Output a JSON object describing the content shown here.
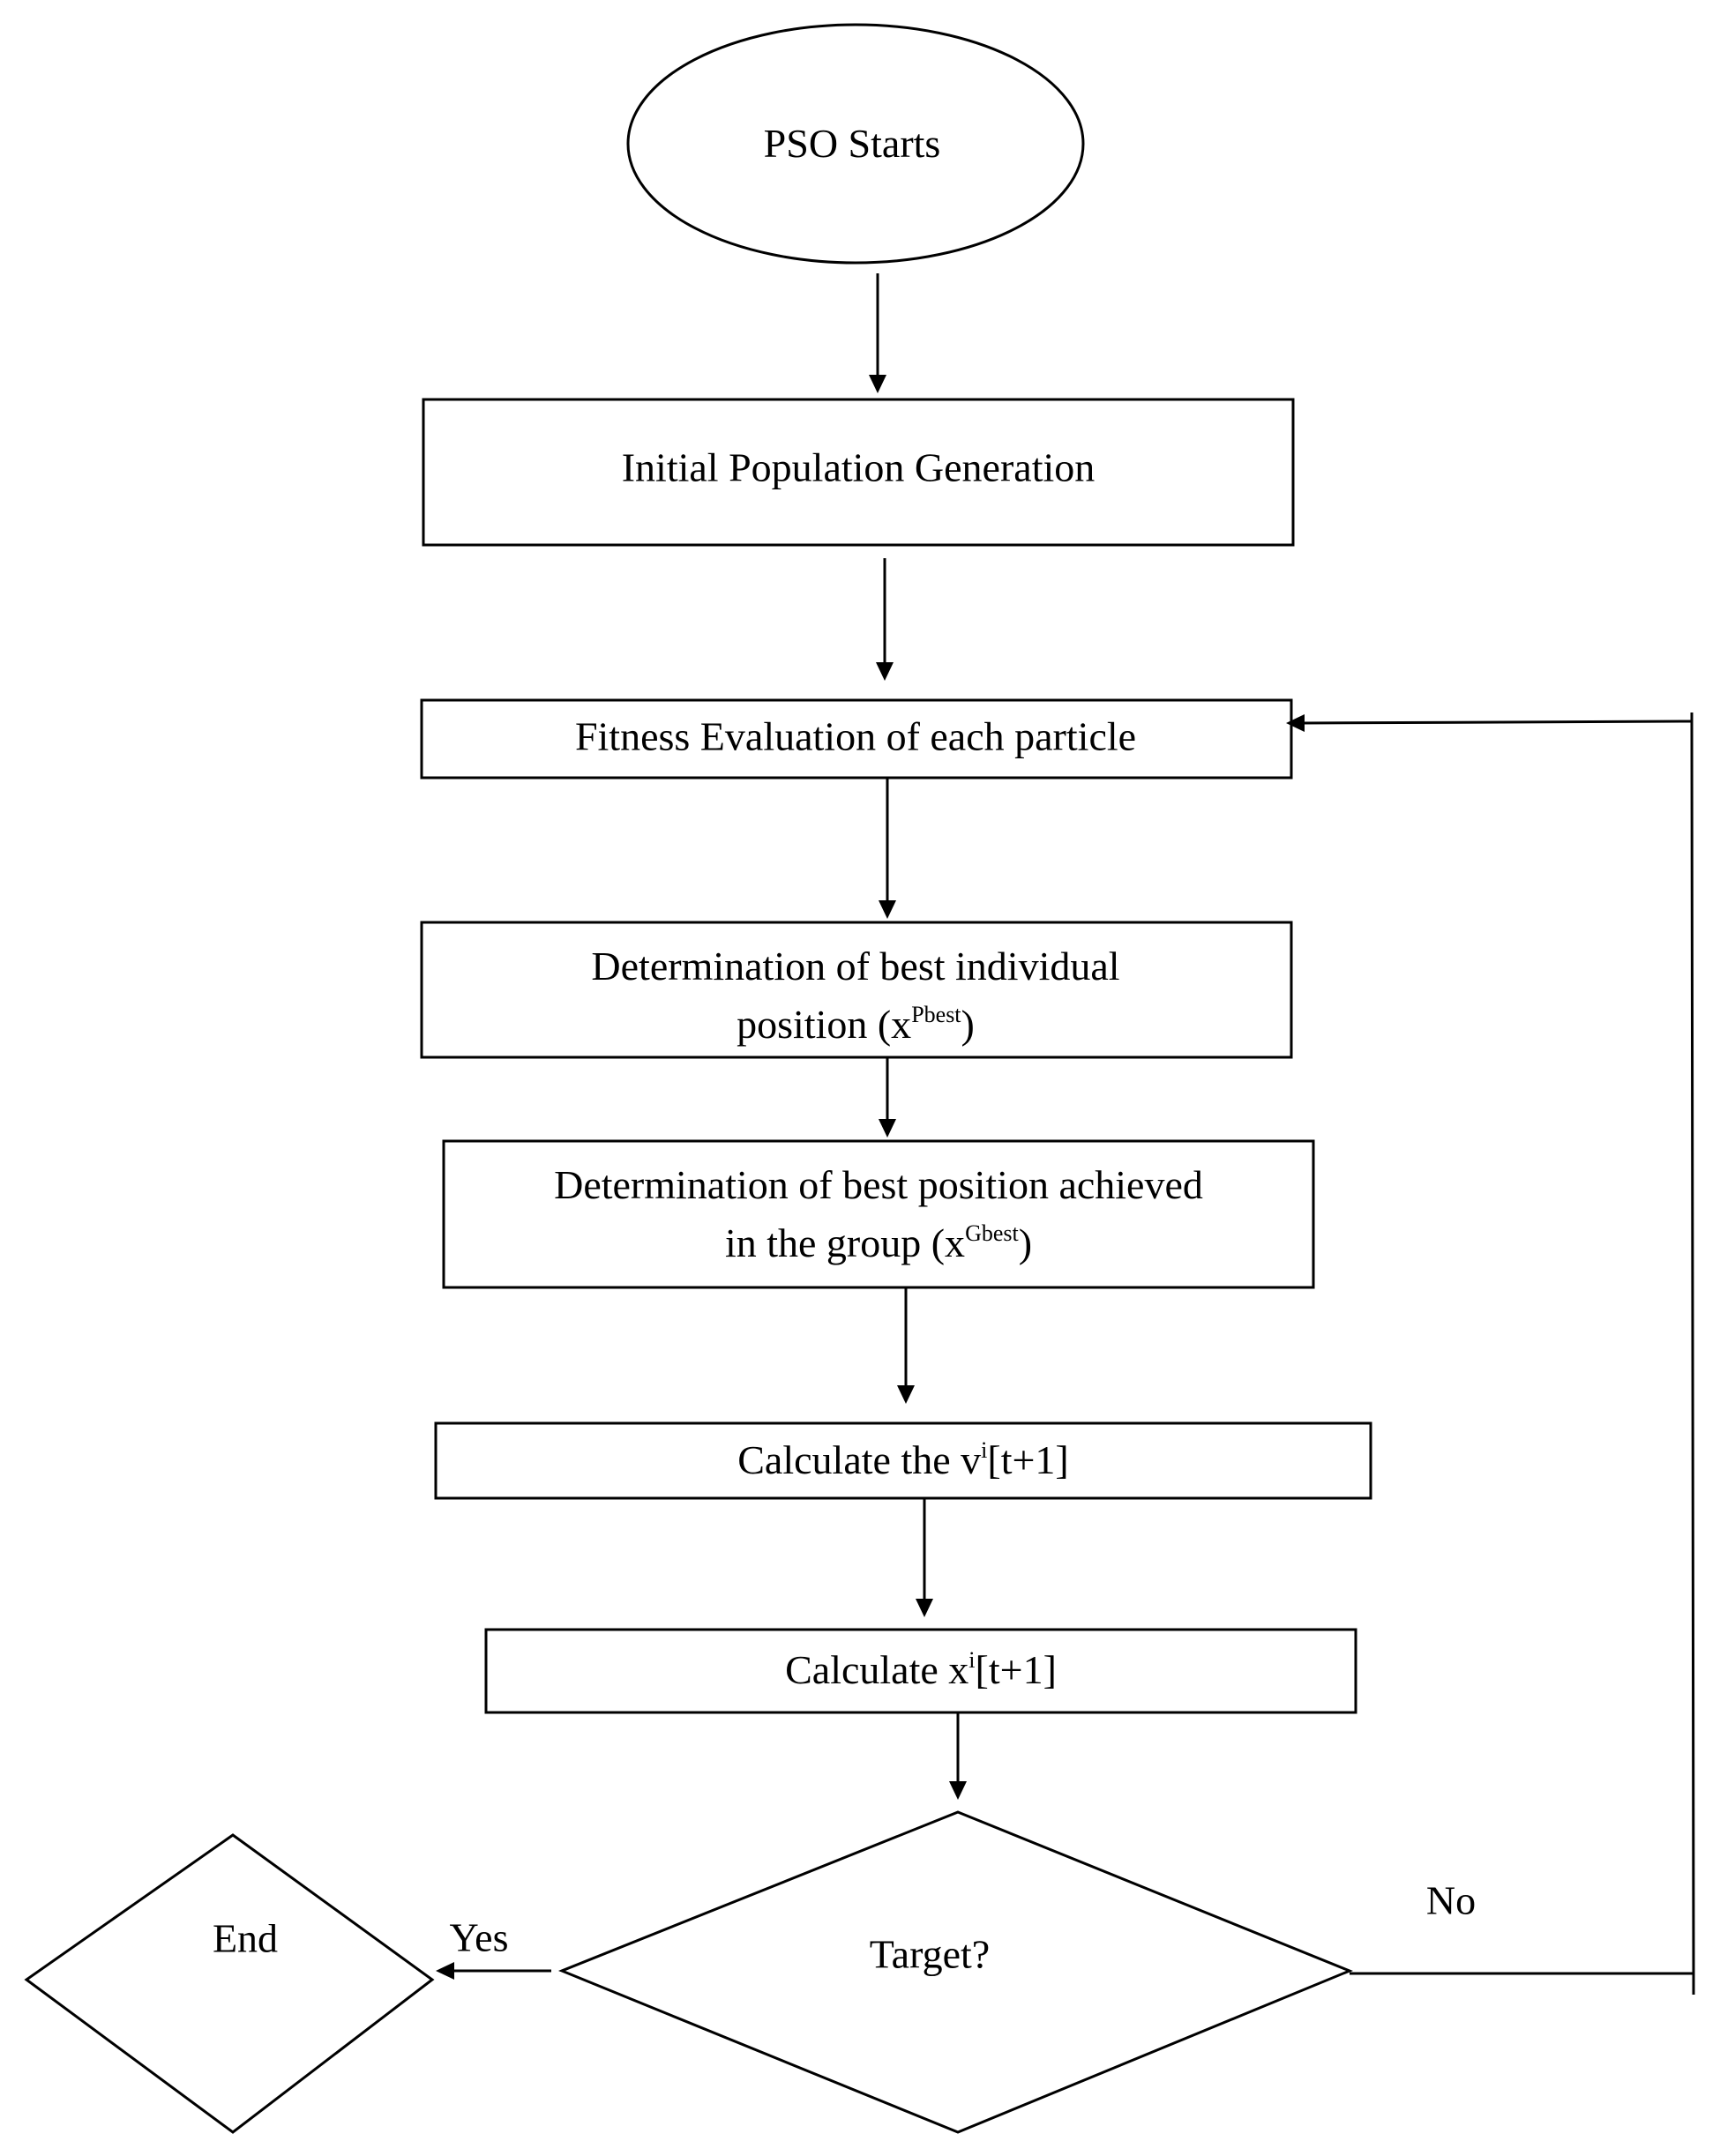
{
  "diagram": {
    "type": "flowchart",
    "nodes": {
      "start": {
        "shape": "ellipse",
        "label": "PSO Starts"
      },
      "init": {
        "shape": "rectangle",
        "label": "Initial Population Generation"
      },
      "fitness": {
        "shape": "rectangle",
        "label": "Fitness Evaluation of each particle"
      },
      "pbest": {
        "shape": "rectangle",
        "line1": "Determination of best individual",
        "line2": "position (x",
        "sup": "Pbest",
        "close": ")"
      },
      "gbest": {
        "shape": "rectangle",
        "line1": "Determination of best position achieved",
        "line2": "in the group (x",
        "sup": "Gbest",
        "close": ")"
      },
      "velocity": {
        "shape": "rectangle",
        "prefix": "Calculate the v",
        "sup": "i",
        "suffix": "[t+1]"
      },
      "position": {
        "shape": "rectangle",
        "prefix": "Calculate x",
        "sup": "i",
        "suffix": "[t+1]"
      },
      "decision": {
        "shape": "diamond",
        "label": "Target?"
      },
      "end": {
        "shape": "diamond",
        "label": "End"
      }
    },
    "edges": [
      {
        "from": "start",
        "to": "init"
      },
      {
        "from": "init",
        "to": "fitness"
      },
      {
        "from": "fitness",
        "to": "pbest"
      },
      {
        "from": "pbest",
        "to": "gbest"
      },
      {
        "from": "gbest",
        "to": "velocity"
      },
      {
        "from": "velocity",
        "to": "position"
      },
      {
        "from": "position",
        "to": "decision"
      },
      {
        "from": "decision",
        "to": "end",
        "label": "Yes"
      },
      {
        "from": "decision",
        "to": "fitness",
        "label": "No"
      }
    ],
    "edge_labels": {
      "yes": "Yes",
      "no": "No"
    }
  }
}
